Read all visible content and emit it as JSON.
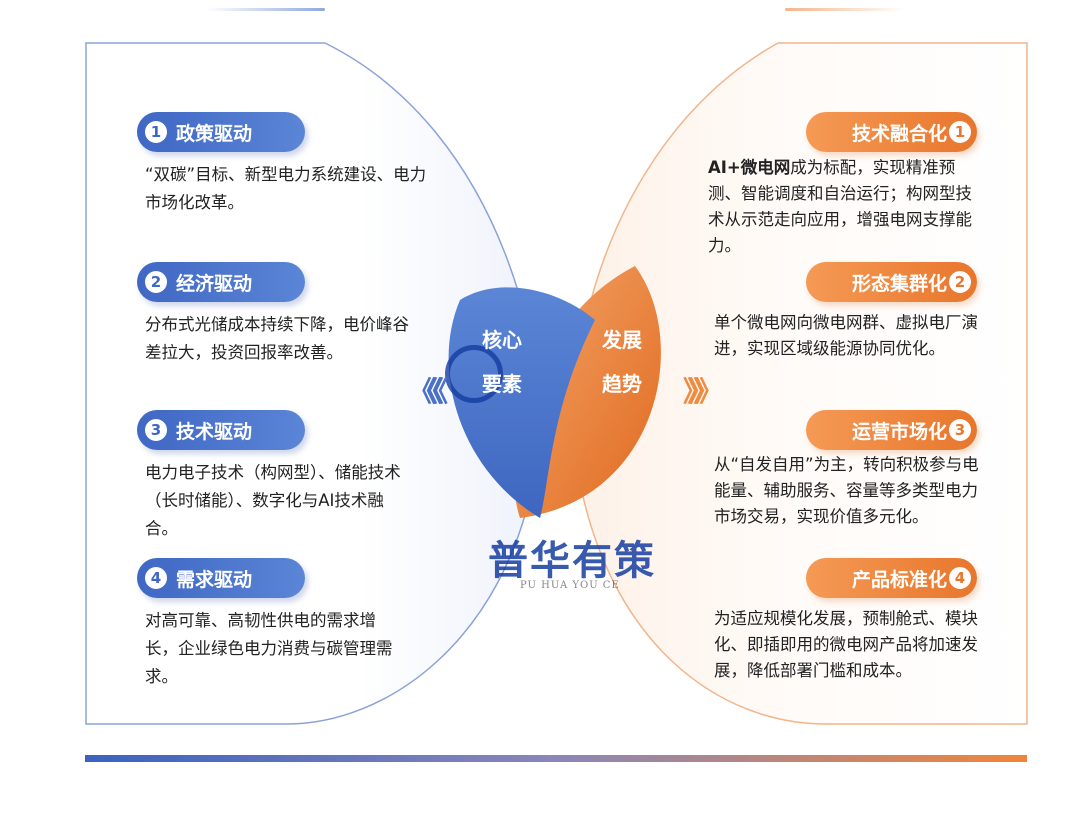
{
  "colors": {
    "blue": "#3f67c4",
    "orange": "#e8762c"
  },
  "center": {
    "left_label": [
      "核心",
      "要素"
    ],
    "right_label": [
      "发展",
      "趋势"
    ]
  },
  "watermark": {
    "text": "普华有策",
    "sub": "PU HUA YOU CE"
  },
  "drivers": [
    {
      "num": "1",
      "title": "政策驱动",
      "text": "“双碳”目标、新型电力系统建设、电力市场化改革。"
    },
    {
      "num": "2",
      "title": "经济驱动",
      "text": "分布式光储成本持续下降，电价峰谷差拉大，投资回报率改善。"
    },
    {
      "num": "3",
      "title": "技术驱动",
      "text": "电力电子技术（构网型）、储能技术（长时储能）、数字化与AI技术融合。"
    },
    {
      "num": "4",
      "title": "需求驱动",
      "text": "对高可靠、高韧性供电的需求增长，企业绿色电力消费与碳管理需求。"
    }
  ],
  "trends": [
    {
      "num": "1",
      "title": "技术融合化",
      "bold": "AI+微电网",
      "text": "成为标配，实现精准预测、智能调度和自治运行；构网型技术从示范走向应用，增强电网支撑能力。"
    },
    {
      "num": "2",
      "title": "形态集群化",
      "bold": "",
      "text": "单个微电网向微电网群、虚拟电厂演进，实现区域级能源协同优化。"
    },
    {
      "num": "3",
      "title": "运营市场化",
      "bold": "",
      "text": "从“自发自用”为主，转向积极参与电能量、辅助服务、容量等多类型电力市场交易，实现价值多元化。"
    },
    {
      "num": "4",
      "title": "产品标准化",
      "bold": "",
      "text": "为适应规模化发展，预制舱式、模块化、即插即用的微电网产品将加速发展，降低部署门槛和成本。"
    }
  ],
  "chevrons": {
    "left": "《《《",
    "right": "》》》"
  }
}
